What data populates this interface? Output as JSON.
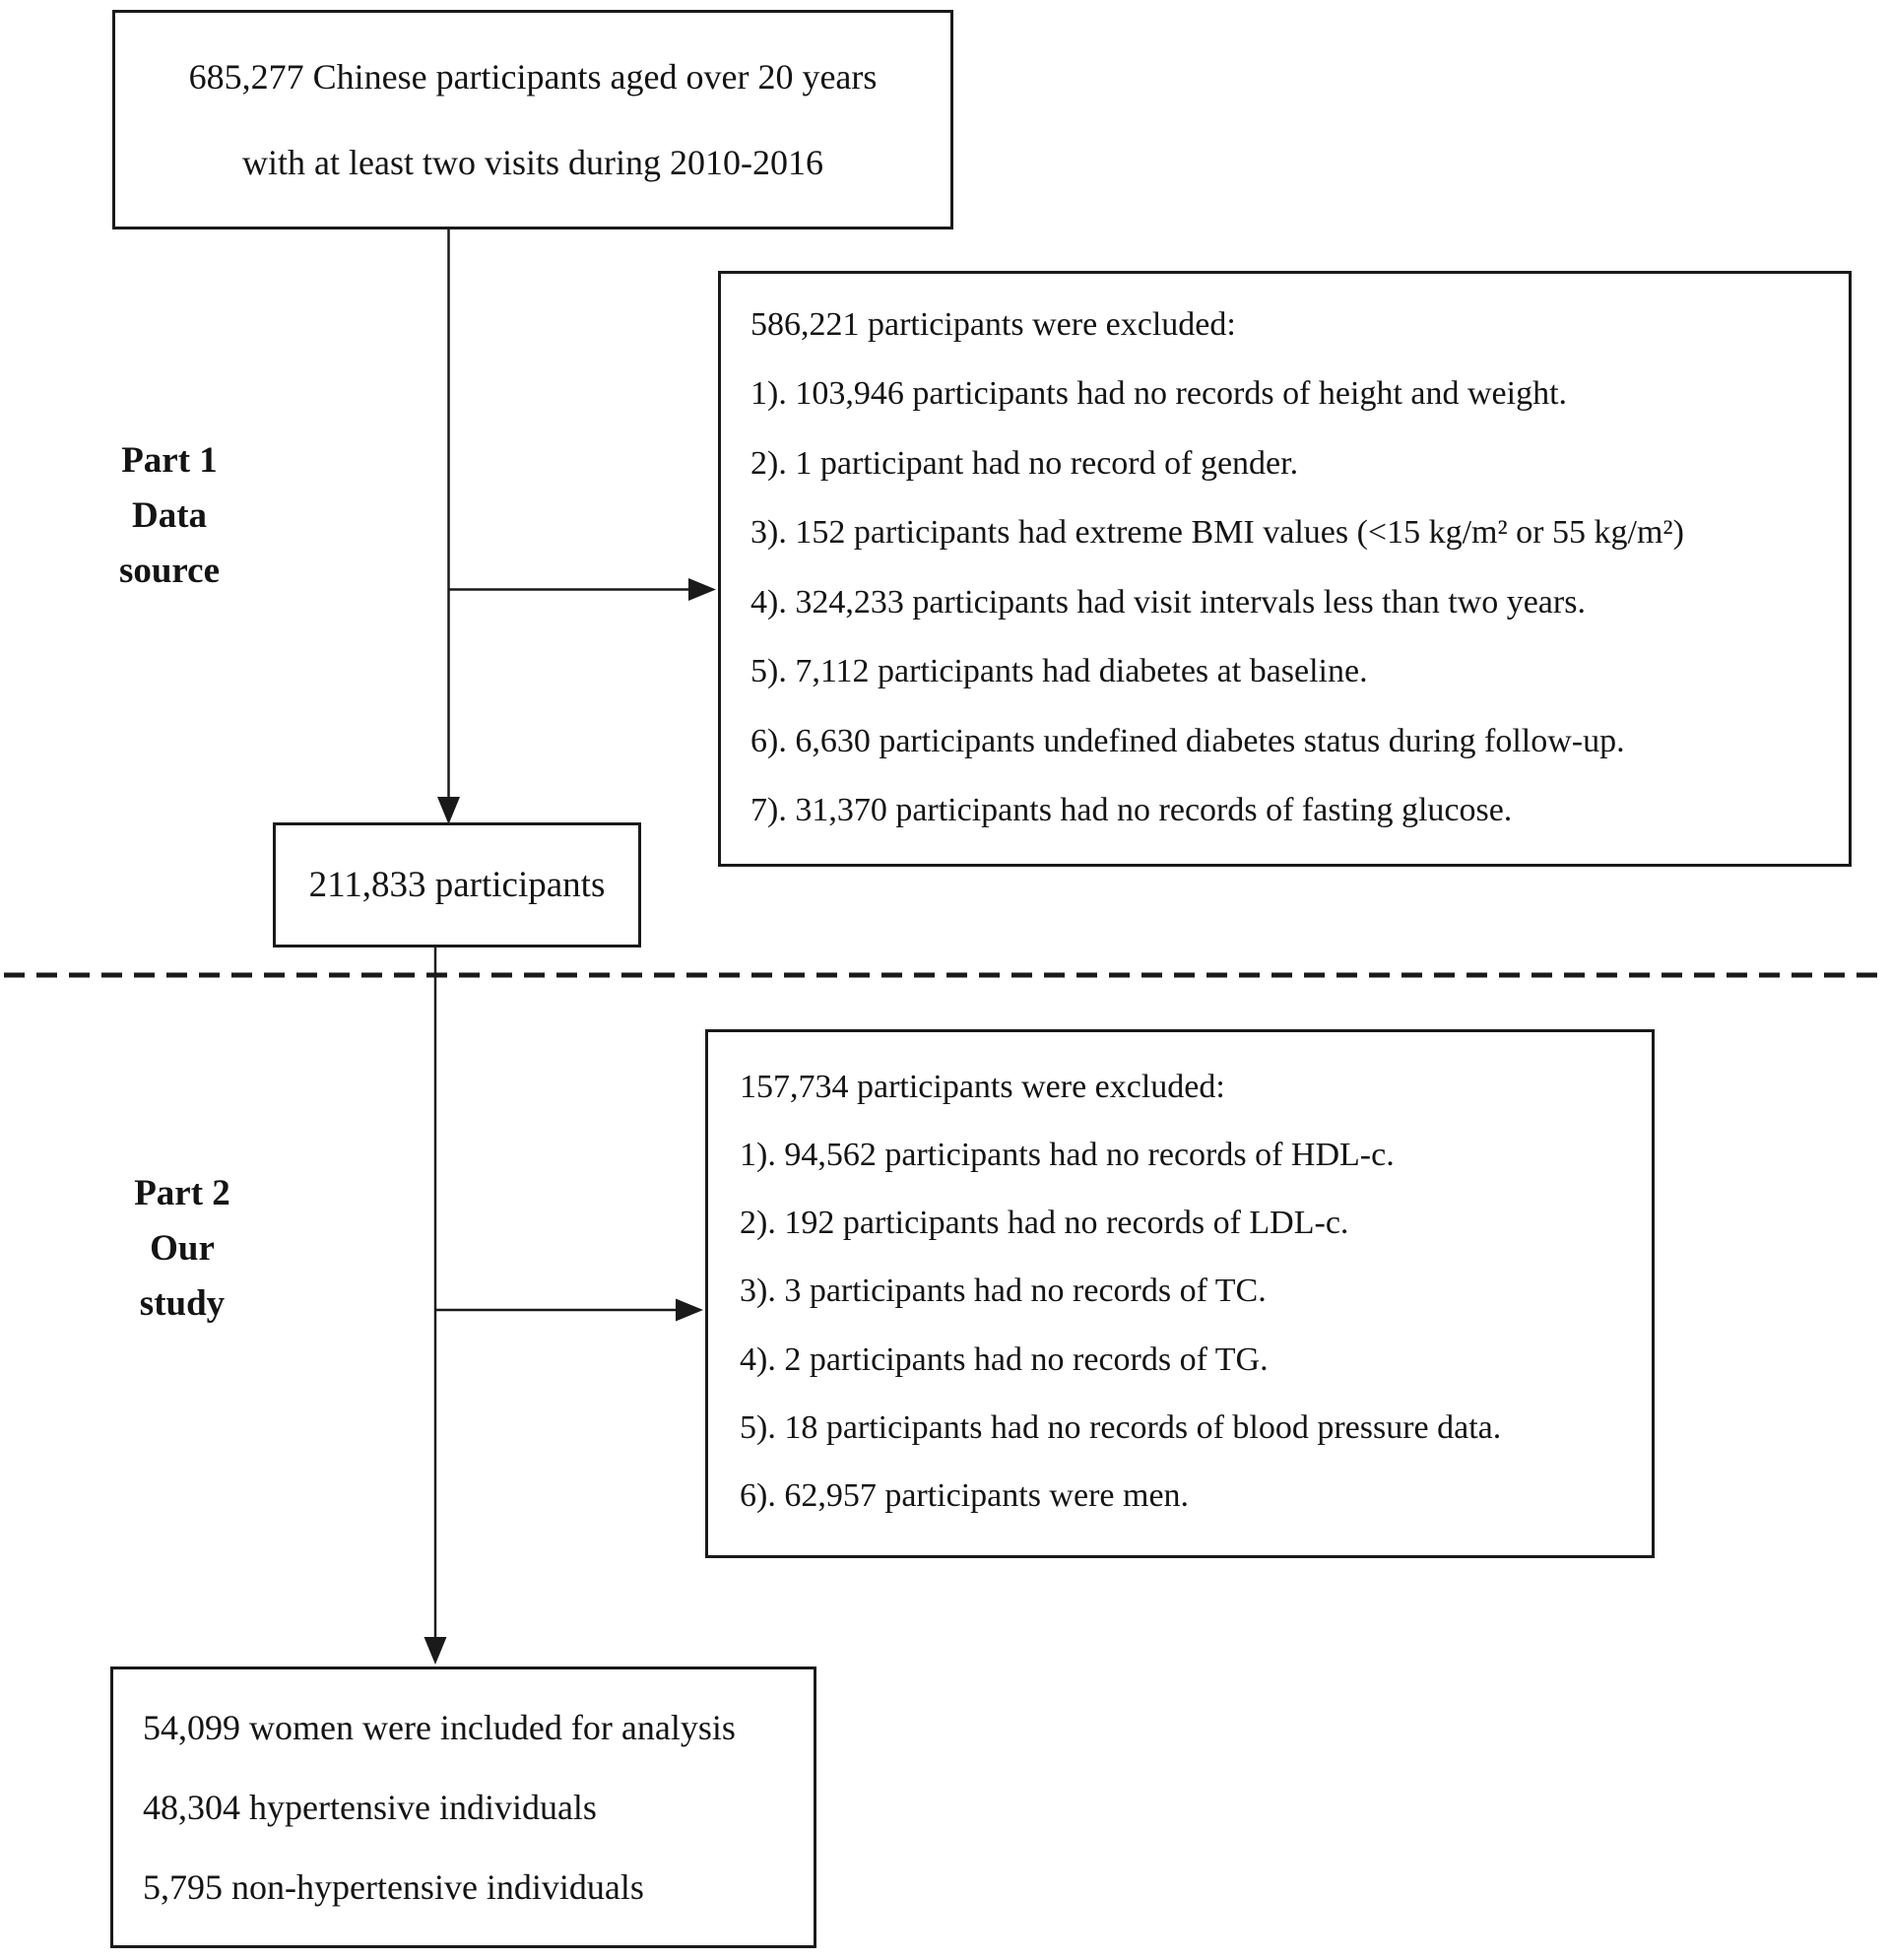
{
  "diagram": {
    "top_box": {
      "lines": [
        "685,277 Chinese participants aged over 20 years",
        "with at least two visits during 2010-2016"
      ]
    },
    "part1": {
      "label_lines": [
        "Part 1",
        "Data",
        "source"
      ],
      "exclusion_box": {
        "heading": "586,221 participants were excluded:",
        "items": [
          "1). 103,946 participants had no records of height and weight.",
          "2). 1 participant had no record of gender.",
          "3). 152 participants had extreme BMI values (<15 kg/m² or 55 kg/m²)",
          "4). 324,233 participants had visit intervals less than two years.",
          "5). 7,112 participants had diabetes at baseline.",
          "6). 6,630 participants undefined diabetes status during follow-up.",
          "7). 31,370 participants had no records of fasting glucose."
        ]
      },
      "result_box_text": "211,833 participants"
    },
    "part2": {
      "label_lines": [
        "Part 2",
        "Our",
        "study"
      ],
      "exclusion_box": {
        "heading": "157,734 participants were excluded:",
        "items": [
          "1). 94,562 participants had no records of HDL-c.",
          "2). 192 participants had no records of LDL-c.",
          "3). 3 participants had no records of TC.",
          "4). 2 participants had no records of TG.",
          "5). 18 participants had no records of blood pressure data.",
          "6). 62,957 participants were men."
        ]
      },
      "final_box_lines": [
        "54,099 women were included for analysis",
        "48,304 hypertensive individuals",
        "5,795 non-hypertensive individuals"
      ]
    },
    "colors": {
      "ink": "#1a1a1a",
      "background": "#ffffff"
    }
  }
}
